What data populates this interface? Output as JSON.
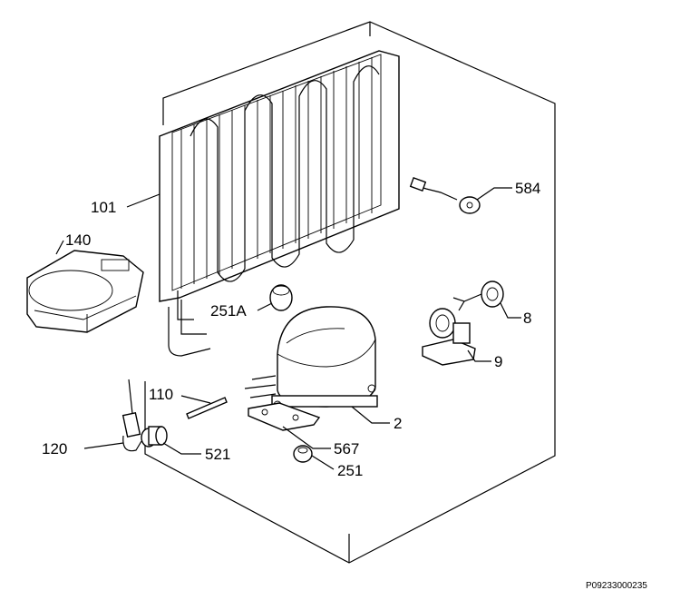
{
  "diagram": {
    "reference_code": "P09233000235",
    "parts": [
      {
        "id": "101",
        "label": "101",
        "icon": "condenser-icon"
      },
      {
        "id": "140",
        "label": "140",
        "icon": "drip-tray-icon"
      },
      {
        "id": "251A",
        "label": "251A",
        "icon": "sleeve-icon"
      },
      {
        "id": "584",
        "label": "584",
        "icon": "sensor-cable-icon"
      },
      {
        "id": "8",
        "label": "8",
        "icon": "overload-protector-icon"
      },
      {
        "id": "9",
        "label": "9",
        "icon": "relay-icon"
      },
      {
        "id": "2",
        "label": "2",
        "icon": "compressor-icon"
      },
      {
        "id": "110",
        "label": "110",
        "icon": "tube-icon"
      },
      {
        "id": "120",
        "label": "120",
        "icon": "filter-dryer-icon"
      },
      {
        "id": "521",
        "label": "521",
        "icon": "valve-cap-icon"
      },
      {
        "id": "567",
        "label": "567",
        "icon": "mounting-plate-icon"
      },
      {
        "id": "251",
        "label": "251",
        "icon": "grommet-icon"
      }
    ]
  }
}
